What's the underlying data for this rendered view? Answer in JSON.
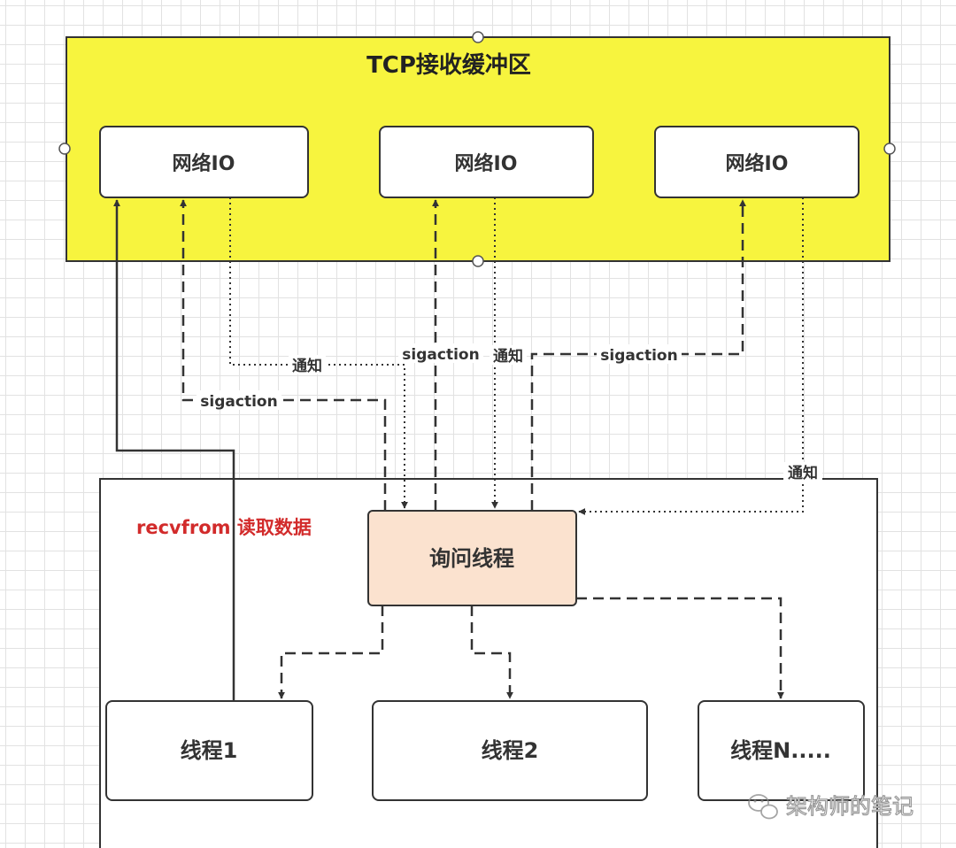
{
  "buffer": {
    "title": "TCP接收缓冲区"
  },
  "network_io": [
    {
      "label": "网络IO"
    },
    {
      "label": "网络IO"
    },
    {
      "label": "网络IO"
    }
  ],
  "edges": {
    "notify_label": "通知",
    "sigaction_label": "sigaction",
    "recv_label": "recvfrom 读取数据"
  },
  "query_thread": {
    "label": "询问线程"
  },
  "threads": [
    {
      "label": "线程1"
    },
    {
      "label": "线程2"
    },
    {
      "label": "线程N....."
    }
  ],
  "watermark": {
    "text": "架构师的笔记"
  },
  "colors": {
    "buffer_fill": "#f7f43e",
    "query_fill": "#fbe2cf",
    "recv_text": "#d22b2b",
    "line": "#333333"
  }
}
